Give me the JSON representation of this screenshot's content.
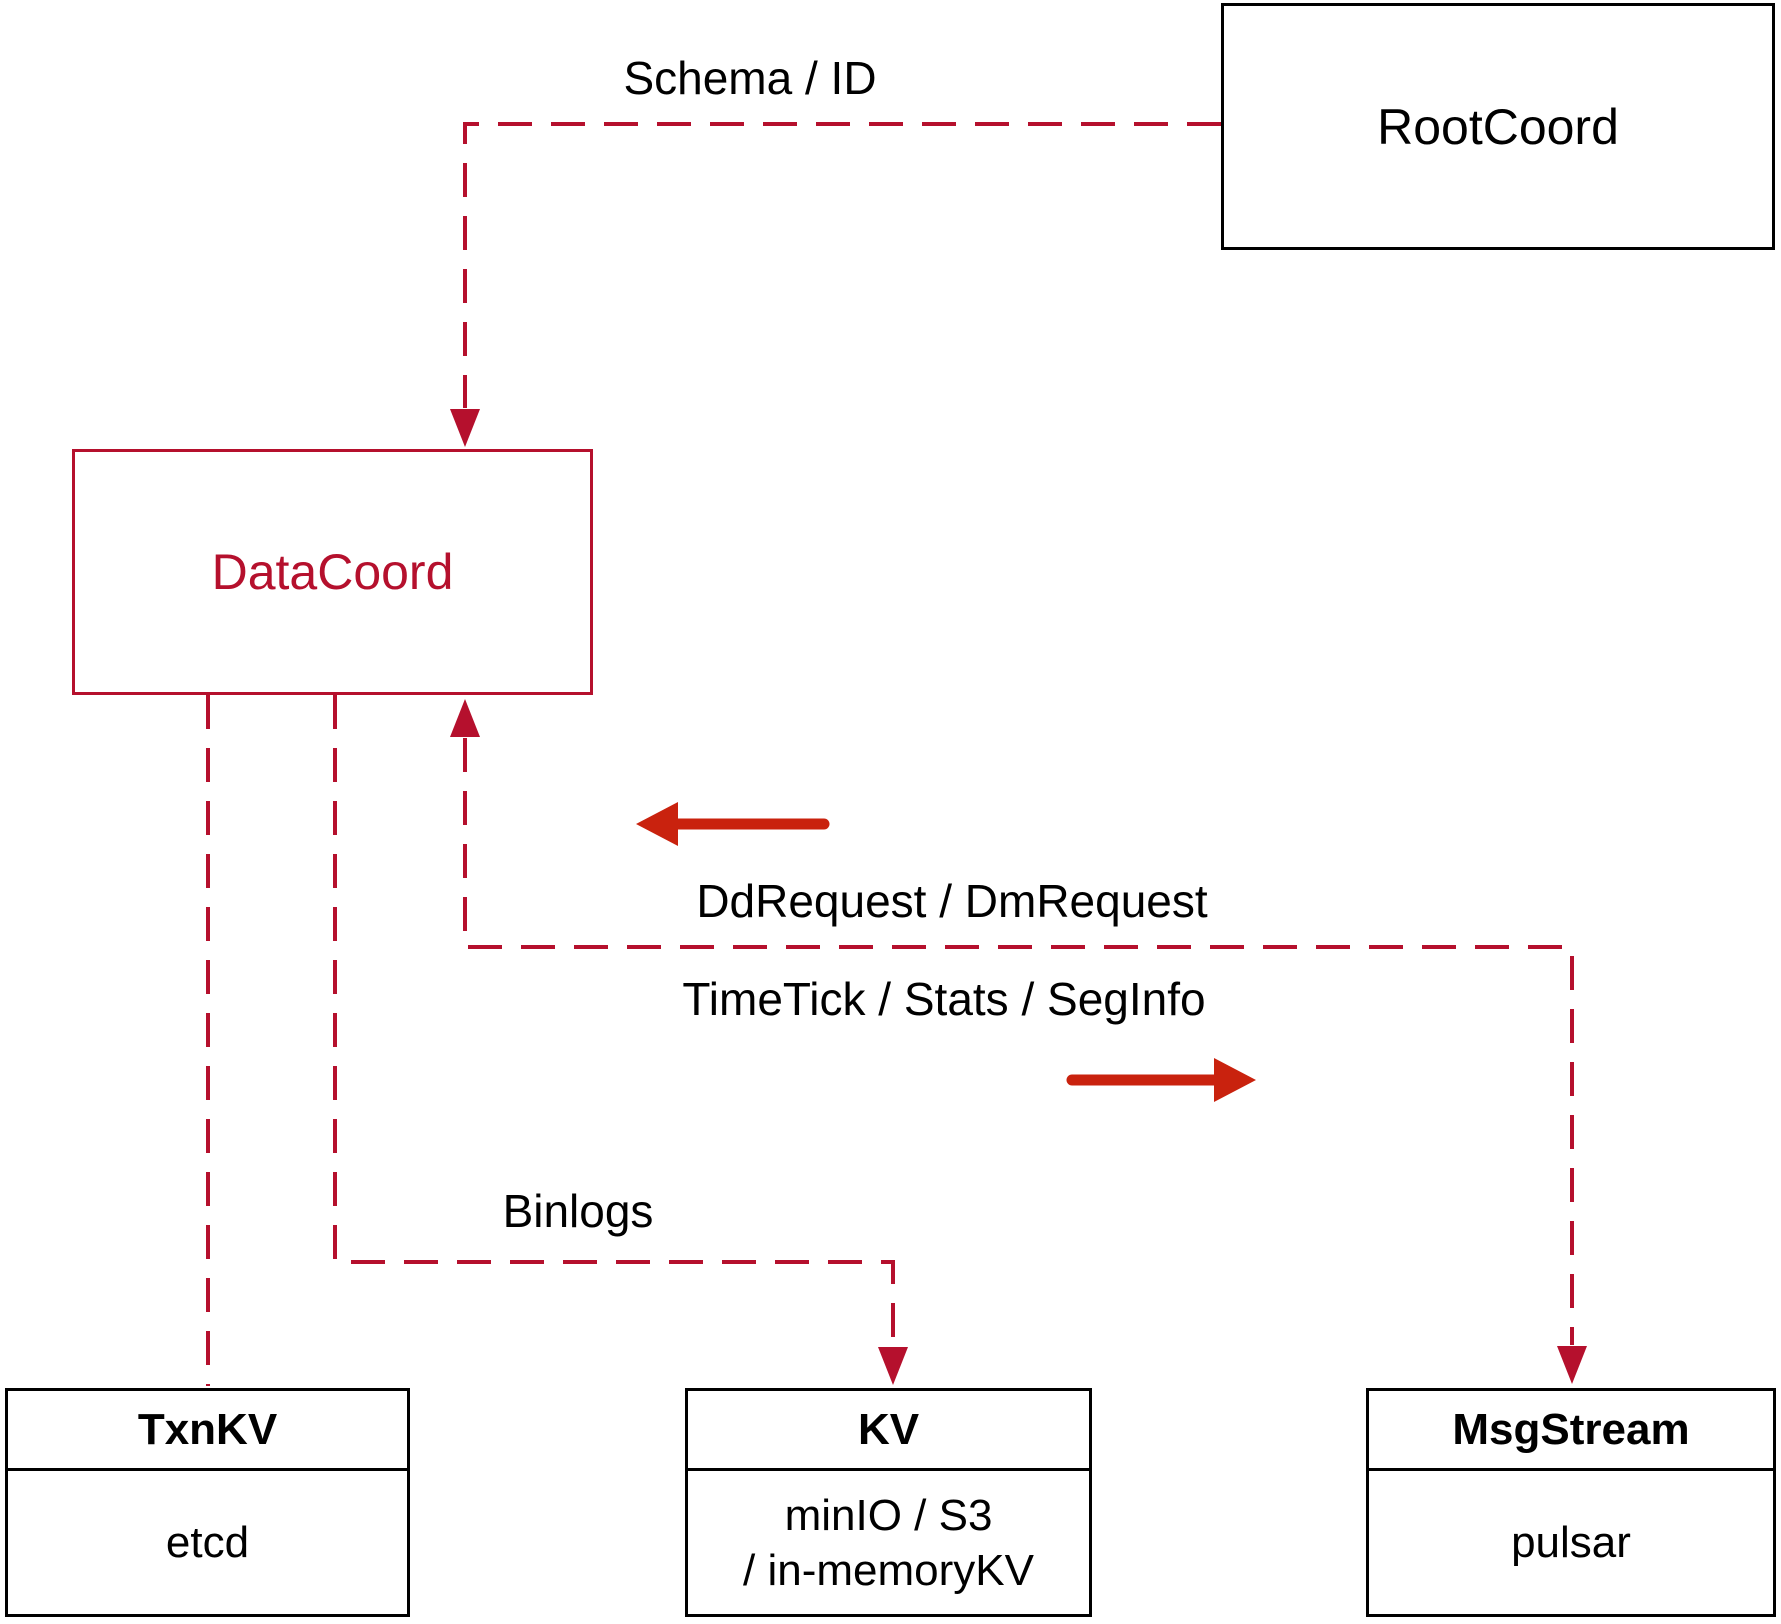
{
  "diagram": {
    "colors": {
      "crimson": "#b5102d",
      "arrow_red": "#c9220e",
      "black": "#000000"
    },
    "nodes": {
      "rootcoord": {
        "label": "RootCoord"
      },
      "datacoord": {
        "label": "DataCoord"
      },
      "txnkv": {
        "header": "TxnKV",
        "body": "etcd"
      },
      "kv": {
        "header": "KV",
        "body_line1": "minIO / S3",
        "body_line2": "/ in-memoryKV"
      },
      "msgstream": {
        "header": "MsgStream",
        "body": "pulsar"
      }
    },
    "edge_labels": {
      "schema_id": "Schema / ID",
      "dd_request": "DdRequest / DmRequest",
      "time_tick": "TimeTick / Stats / SegInfo",
      "binlogs": "Binlogs"
    }
  }
}
